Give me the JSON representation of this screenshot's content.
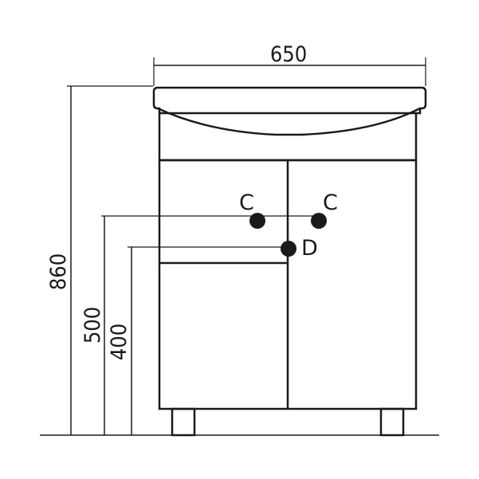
{
  "dimensions": {
    "width": "650",
    "height": "860",
    "outlet_c_height": "500",
    "outlet_d_height": "400"
  },
  "connection_points": {
    "c_label": "C",
    "d_label": "D"
  },
  "colors": {
    "line": "#1a1a1a",
    "background": "#ffffff"
  }
}
